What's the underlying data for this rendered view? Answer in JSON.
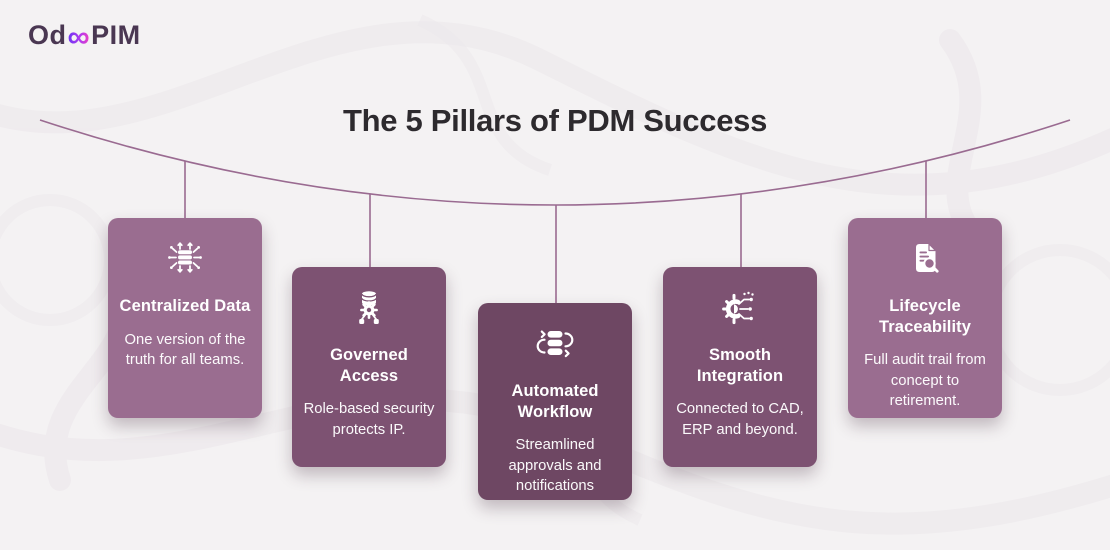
{
  "logo": {
    "prefix": "Od",
    "infinity": "∞",
    "suffix": "PIM"
  },
  "title": "The 5 Pillars of PDM Success",
  "colors": {
    "background": "#f4f2f3",
    "card_light": "#9a6d90",
    "card_medium": "#7d5272",
    "card_dark": "#6e4763",
    "wire": "#9a6b91",
    "title_text": "#2d2a2e",
    "logo_text": "#4a3752",
    "logo_gradient_start": "#6d35f2",
    "logo_gradient_end": "#ef3fc0",
    "card_text": "#ffffff"
  },
  "pillars": [
    {
      "title": "Centralized Data",
      "description": "One version of the truth for all teams.",
      "icon": "centralized-data-icon",
      "color": "#9a6d90"
    },
    {
      "title": "Governed Access",
      "description": "Role-based security protects IP.",
      "icon": "governed-access-icon",
      "color": "#7d5272"
    },
    {
      "title": "Automated Workflow",
      "description": "Streamlined approvals and notifications",
      "icon": "automated-workflow-icon",
      "color": "#6e4763"
    },
    {
      "title": "Smooth Integration",
      "description": "Connected to CAD, ERP and beyond.",
      "icon": "smooth-integration-icon",
      "color": "#7d5272"
    },
    {
      "title": "Lifecycle Traceability",
      "description": "Full audit trail from concept to retirement.",
      "icon": "lifecycle-traceability-icon",
      "color": "#9a6d90"
    }
  ]
}
